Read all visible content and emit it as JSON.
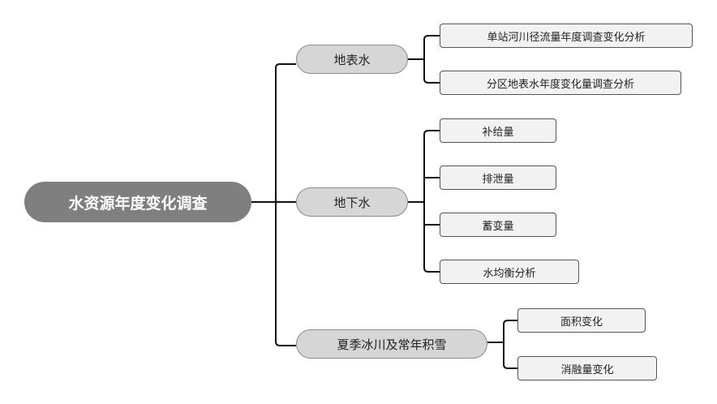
{
  "root": {
    "label": "水资源年度变化调查"
  },
  "branches": [
    {
      "label": "地表水",
      "children": [
        "单站河川径流量年度调查变化分析",
        "分区地表水年度变化量调查分析"
      ]
    },
    {
      "label": "地下水",
      "children": [
        "补给量",
        "排泄量",
        "蓄变量",
        "水均衡分析"
      ]
    },
    {
      "label": "夏季冰川及常年积雪",
      "children": [
        "面积变化",
        "消融量变化"
      ]
    }
  ],
  "colors": {
    "root_fill": "#7f7f7f",
    "branch_fill": "#d6d6d6",
    "leaf_fill": "#f2f2f2",
    "line": "#111111"
  }
}
